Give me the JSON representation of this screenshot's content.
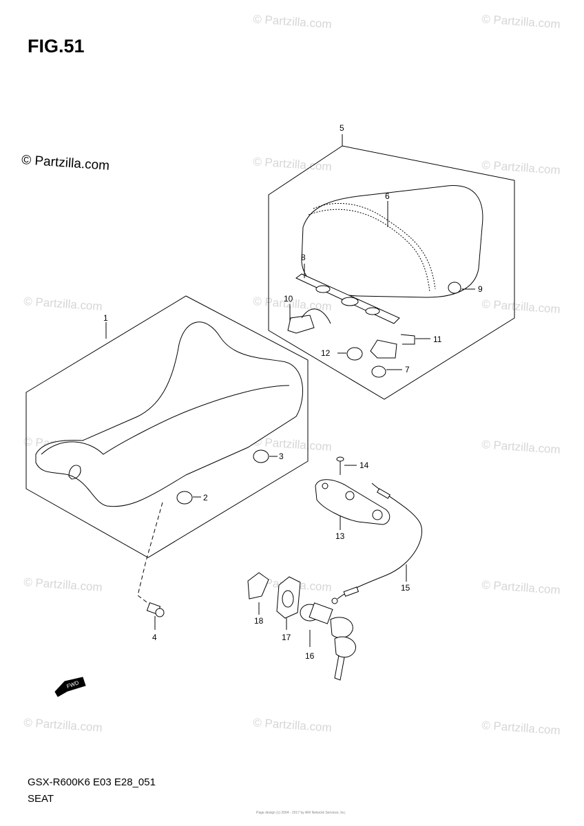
{
  "figure": {
    "title": "FIG.51",
    "copyright": "© Partzilla.com",
    "watermark": "© Partzilla.com",
    "model_code": "GSX-R600K6 E03 E28_051",
    "section": "SEAT",
    "fine_print": "Page design (c) 2004 - 2017 by ARI Network Services, Inc.",
    "fwd_label": "FWD"
  },
  "callouts": [
    {
      "id": "1",
      "label": "1"
    },
    {
      "id": "2",
      "label": "2"
    },
    {
      "id": "3",
      "label": "3"
    },
    {
      "id": "4",
      "label": "4"
    },
    {
      "id": "5",
      "label": "5"
    },
    {
      "id": "6",
      "label": "6"
    },
    {
      "id": "7",
      "label": "7"
    },
    {
      "id": "8",
      "label": "8"
    },
    {
      "id": "9",
      "label": "9"
    },
    {
      "id": "10",
      "label": "10"
    },
    {
      "id": "11",
      "label": "11"
    },
    {
      "id": "12",
      "label": "12"
    },
    {
      "id": "13",
      "label": "13"
    },
    {
      "id": "14",
      "label": "14"
    },
    {
      "id": "15",
      "label": "15"
    },
    {
      "id": "16",
      "label": "16"
    },
    {
      "id": "17",
      "label": "17"
    },
    {
      "id": "18",
      "label": "18"
    }
  ]
}
